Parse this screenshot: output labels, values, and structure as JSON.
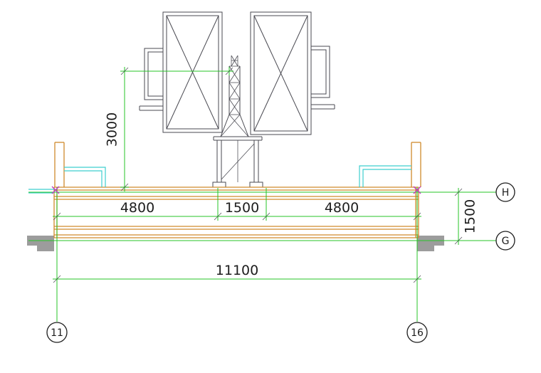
{
  "colors": {
    "dimension_green": "#27c427",
    "beam_orange": "#d08a2c",
    "accent_cyan": "#3ecfcf",
    "line_dark": "#4a4a52",
    "wall_gray": "#9c9c9c",
    "tick_magenta": "#bf3fbf"
  },
  "dims": {
    "vertical_left": "3000",
    "span_left": "4800",
    "span_center": "1500",
    "span_right": "4800",
    "total": "11100",
    "vertical_right": "1500"
  },
  "grid": {
    "row_top": "H",
    "row_bottom": "G",
    "col_left": "11",
    "col_right": "16"
  }
}
